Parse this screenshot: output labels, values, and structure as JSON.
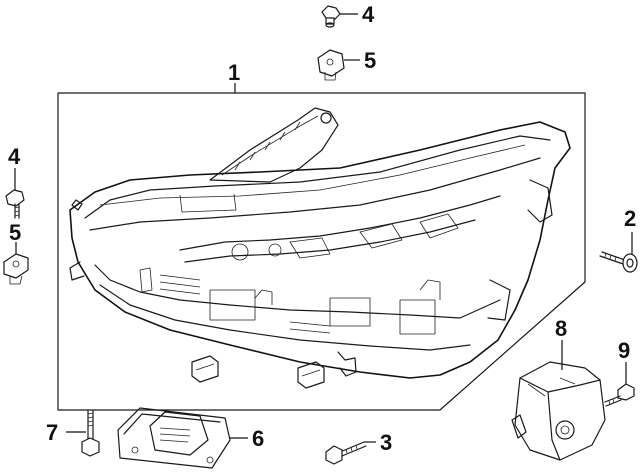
{
  "diagram": {
    "callouts": [
      {
        "id": "c1",
        "label": "1"
      },
      {
        "id": "c2",
        "label": "2"
      },
      {
        "id": "c3",
        "label": "3"
      },
      {
        "id": "c4a",
        "label": "4"
      },
      {
        "id": "c4b",
        "label": "4"
      },
      {
        "id": "c5a",
        "label": "5"
      },
      {
        "id": "c5b",
        "label": "5"
      },
      {
        "id": "c6",
        "label": "6"
      },
      {
        "id": "c7",
        "label": "7"
      },
      {
        "id": "c8",
        "label": "8"
      },
      {
        "id": "c9",
        "label": "9"
      }
    ],
    "colors": {
      "line": "#1a1a1a",
      "background": "#ffffff"
    }
  }
}
